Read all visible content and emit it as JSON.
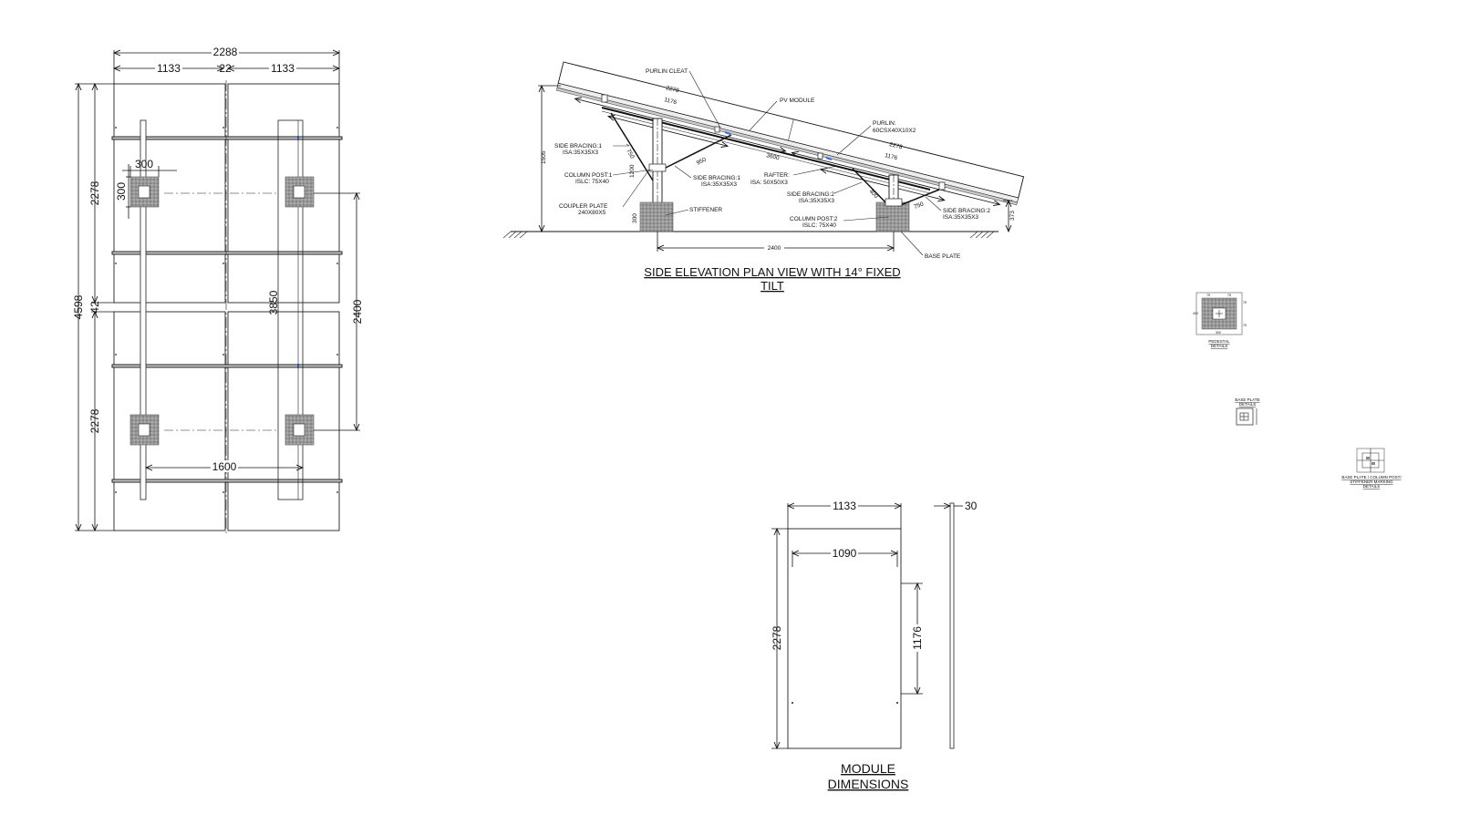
{
  "plan_view": {
    "dim_total_width": "2288",
    "dim_half_left": "1133",
    "dim_gap": "22",
    "dim_half_right": "1133",
    "dim_total_height": "4598",
    "dim_module_top": "2278",
    "dim_module_bottom": "2278",
    "dim_mid_gap": "42",
    "dim_pedestal_w": "300",
    "dim_pedestal_h": "300",
    "dim_post_span_v": "3850",
    "dim_post_span_outer": "2400",
    "dim_post_span_h": "1600"
  },
  "side_elevation": {
    "title_line1": "SIDE ELEVATION PLAN VIEW WITH 14° FIXED",
    "title_line2": "TILT",
    "labels": {
      "purlin_cleat": "PURLIN CLEAT",
      "pv_module": "PV MODULE",
      "purlin_1": "PURLIN:",
      "purlin_2": "60CSX40X10X2",
      "side_bracing_1a": "SIDE BRACING:1",
      "side_bracing_1b": "ISA:35X35X3",
      "column_post_1a": "COLUMN POST:1",
      "column_post_1b": "ISLC: 75X40",
      "coupler_plate_a": "COUPLER PLATE",
      "coupler_plate_b": "240X80X5",
      "side_bracing_1c": "SIDE BRACING:1",
      "side_bracing_1d": "ISA:35X35X3",
      "stiffener": "STIFFENER",
      "rafter_a": "RAFTER:",
      "rafter_b": "ISA: 50X50X3",
      "side_bracing_2a": "SIDE BRACING:2",
      "side_bracing_2b": "ISA:35X35X3",
      "column_post_2a": "COLUMN POST:2",
      "column_post_2b": "ISLC: 75X40",
      "side_bracing_2c": "SIDE BRACING:2",
      "side_bracing_2d": "ISA:35X35X3",
      "base_plate": "BASE PLATE"
    },
    "dims": {
      "module_len_a": "2278",
      "module_len_b": "2278",
      "cleat_a": "1176",
      "cleat_b": "1176",
      "height_front": "1505",
      "height_rear": "373",
      "rafter_len": "3600",
      "post_span": "2400",
      "post_h": "1200",
      "pedestal_h": "300",
      "brace_a": "750",
      "brace_b": "950",
      "brace_c": "400",
      "brace_d": "750"
    }
  },
  "module_dimensions": {
    "title_line1": "MODULE",
    "title_line2": "DIMENSIONS",
    "dim_width": "1133",
    "dim_inner_width": "1090",
    "dim_height": "2278",
    "dim_mount_span": "1176",
    "dim_thickness": "30"
  },
  "details": {
    "pedestal_title_1": "PEDESTAL",
    "pedestal_title_2": "DETAILS",
    "pedestal_dims": [
      "75",
      "75",
      "300",
      "75",
      "75",
      "300"
    ],
    "base_plate_title_1": "BASE PLATE",
    "base_plate_title_2": "DETAILS",
    "coupler_title_1": "BASE PLATE / COLUMN POST/",
    "coupler_title_2": "STIFFENER MARKING",
    "coupler_title_3": "DETAILS"
  }
}
